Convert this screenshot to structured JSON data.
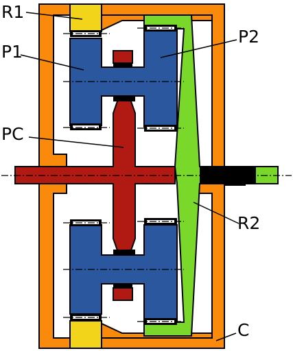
{
  "labels": {
    "r1": "R1",
    "p1": "P1",
    "p2": "P2",
    "pc": "PC",
    "r2": "R2",
    "c": "C"
  },
  "colors": {
    "housing": "#f98a0c",
    "ring_r1": "#f2d51a",
    "planet": "#2b579f",
    "carrier": "#b11a12",
    "ring_r2": "#79d82a",
    "bearing": "#000000",
    "outline": "#000000",
    "background": "#ffffff"
  }
}
